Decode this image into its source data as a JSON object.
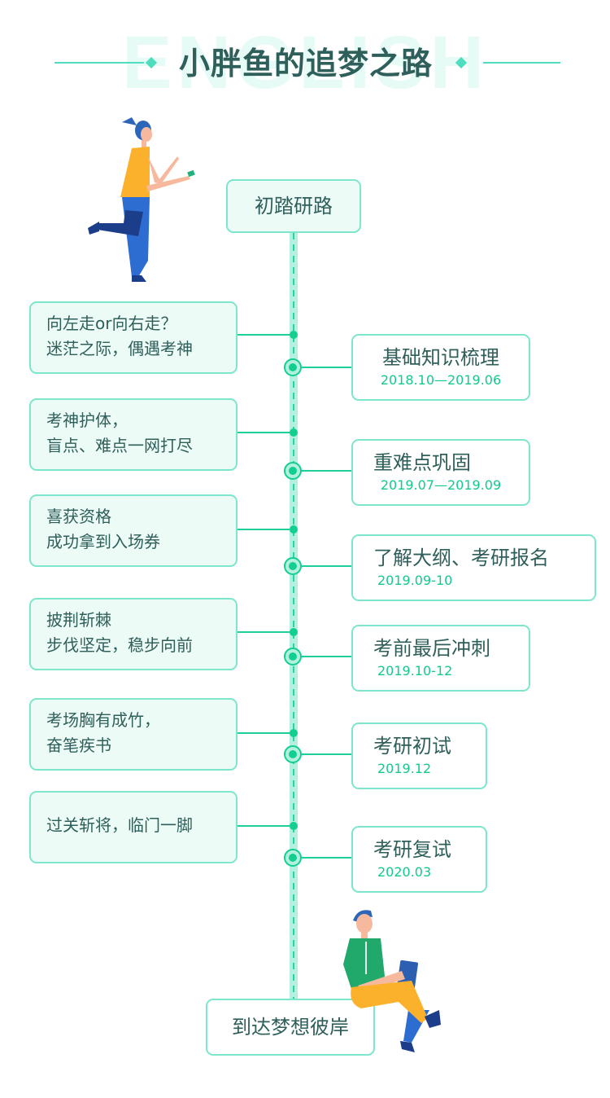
{
  "header": {
    "background_word": "ENGLISH",
    "title": "小胖鱼的追梦之路",
    "accent_color": "#4fdcbf",
    "title_color": "#2f5f5a"
  },
  "timeline": {
    "start_label": "初踏研路",
    "end_label": "到达梦想彼岸",
    "left_notes": [
      {
        "line1": "向左走or向右走？",
        "line2": "迷茫之际，偶遇考神"
      },
      {
        "line1": "考神护体，",
        "line2": "盲点、难点一网打尽"
      },
      {
        "line1": "喜获资格",
        "line2": "成功拿到入场券"
      },
      {
        "line1": "披荆斩棘",
        "line2": "步伐坚定，稳步向前"
      },
      {
        "line1": "考场胸有成竹，",
        "line2": "奋笔疾书"
      },
      {
        "line1": "过关斩将，临门一脚",
        "line2": ""
      }
    ],
    "stages": [
      {
        "title": "基础知识梳理",
        "date": "2018.10—2019.06"
      },
      {
        "title": "重难点巩固",
        "date": "2019.07—2019.09"
      },
      {
        "title": "了解大纲、考研报名",
        "date": "2019.09-10"
      },
      {
        "title": "考前最后冲刺",
        "date": "2019.10-12"
      },
      {
        "title": "考研初试",
        "date": "2019.12"
      },
      {
        "title": "考研复试",
        "date": "2020.03"
      }
    ],
    "colors": {
      "track": "#b3f0e0",
      "node": "#12cf8f",
      "date_text": "#12c98e",
      "box_border": "#7de6cc"
    }
  },
  "illustrations": {
    "top": "running-woman-illustration",
    "bottom": "sitting-man-with-tablet-illustration"
  }
}
